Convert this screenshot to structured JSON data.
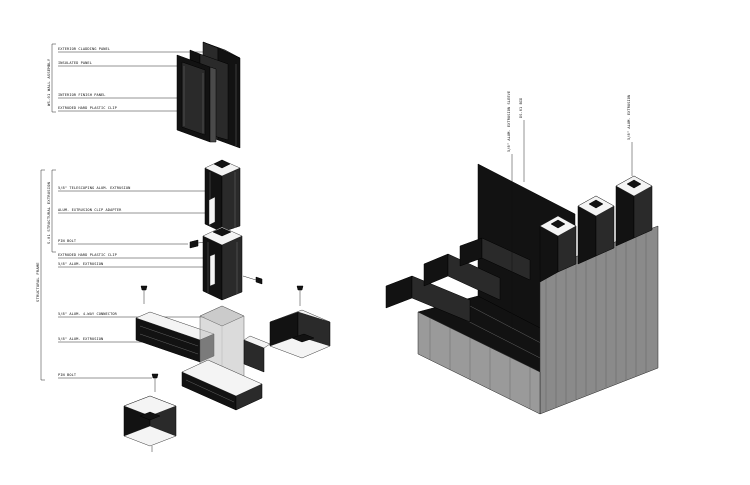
{
  "wall_assembly": {
    "group_label": "WS-01 WALL ASSEMBLY",
    "labels": [
      "EXTERIOR CLADDING PANEL",
      "INSULATED PANEL",
      "INTERIOR FINISH PANEL",
      "EXTRUDED HARD PLASTIC CLIP"
    ]
  },
  "structural_frame": {
    "group_label": "STRUCTURAL FRAME",
    "sub_group_label": "S-01 STRUCTURAL EXTRUSION",
    "labels": [
      "5/8\" TELESCOPING ALUM. EXTRUSION",
      "ALUM. EXTRUSION CLIP ADAPTER",
      "PIN BOLT",
      "EXTRUDED HARD PLASTIC CLIP",
      "5/8\" ALUM. EXTRUSION"
    ],
    "connector_labels": [
      "5/8\" ALUM. 4-WAY CONNECTOR",
      "5/8\" ALUM. EXTRUSION",
      "PIN BOLT"
    ]
  },
  "assembled_view": {
    "labels": [
      "5/8\" ALUM. EXTRUSION SLEEVE",
      "DS-01 BID",
      "5/8\" ALUM. EXTRUSION"
    ]
  }
}
